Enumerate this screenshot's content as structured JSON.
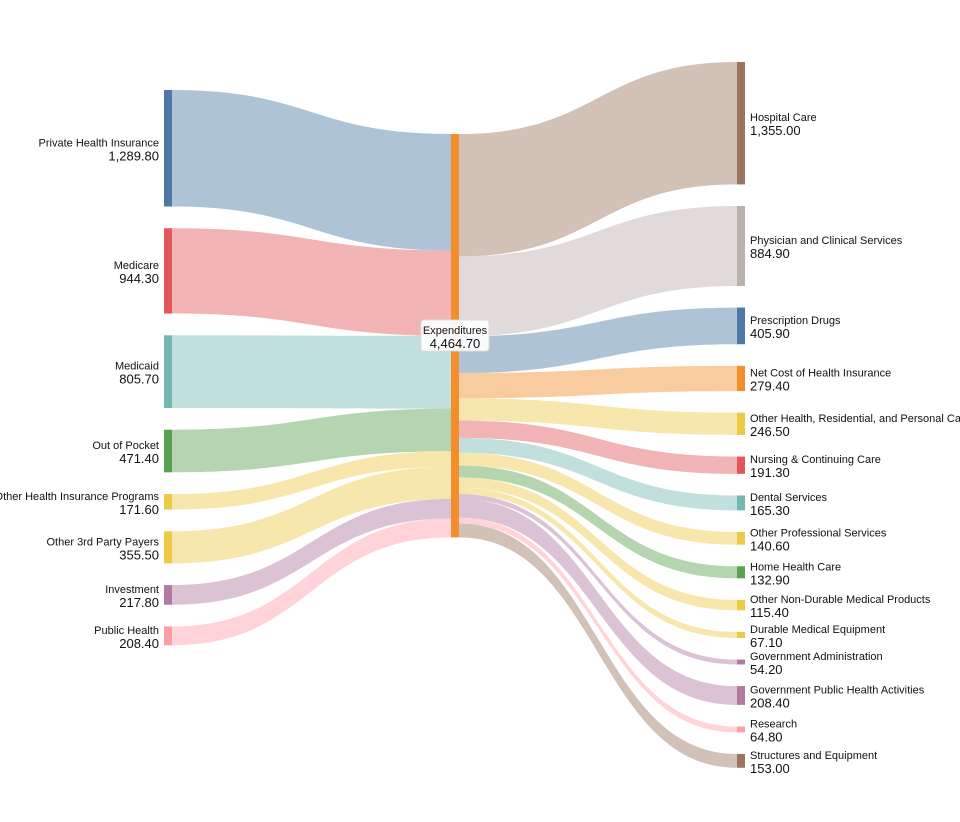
{
  "chart_data": {
    "type": "sankey",
    "center": {
      "name": "Expenditures",
      "value_label": "4,464.70",
      "value": 4464.7,
      "color": "#f28e2b"
    },
    "sources": [
      {
        "name": "Private Health Insurance",
        "value_label": "1,289.80",
        "value": 1289.8,
        "color": "#4e79a7"
      },
      {
        "name": "Medicare",
        "value_label": "944.30",
        "value": 944.3,
        "color": "#e15759"
      },
      {
        "name": "Medicaid",
        "value_label": "805.70",
        "value": 805.7,
        "color": "#76b7b2"
      },
      {
        "name": "Out of Pocket",
        "value_label": "471.40",
        "value": 471.4,
        "color": "#59a14f"
      },
      {
        "name": "Other Health Insurance Programs",
        "value_label": "171.60",
        "value": 171.6,
        "color": "#edc948"
      },
      {
        "name": "Other 3rd Party Payers",
        "value_label": "355.50",
        "value": 355.5,
        "color": "#edc948"
      },
      {
        "name": "Investment",
        "value_label": "217.80",
        "value": 217.8,
        "color": "#b07aa1"
      },
      {
        "name": "Public Health",
        "value_label": "208.40",
        "value": 208.4,
        "color": "#ff9da7"
      }
    ],
    "targets": [
      {
        "name": "Hospital Care",
        "value_label": "1,355.00",
        "value": 1355.0,
        "color": "#9c755f"
      },
      {
        "name": "Physician and Clinical Services",
        "value_label": "884.90",
        "value": 884.9,
        "color": "#bab0ac"
      },
      {
        "name": "Prescription Drugs",
        "value_label": "405.90",
        "value": 405.9,
        "color": "#4e79a7"
      },
      {
        "name": "Net Cost of Health Insurance",
        "value_label": "279.40",
        "value": 279.4,
        "color": "#f28e2b"
      },
      {
        "name": "Other Health, Residential, and Personal Care",
        "value_label": "246.50",
        "value": 246.5,
        "color": "#edc948"
      },
      {
        "name": "Nursing & Continuing Care",
        "value_label": "191.30",
        "value": 191.3,
        "color": "#e15759"
      },
      {
        "name": "Dental Services",
        "value_label": "165.30",
        "value": 165.3,
        "color": "#76b7b2"
      },
      {
        "name": "Other Professional Services",
        "value_label": "140.60",
        "value": 140.6,
        "color": "#edc948"
      },
      {
        "name": "Home Health Care",
        "value_label": "132.90",
        "value": 132.9,
        "color": "#59a14f"
      },
      {
        "name": "Other Non-Durable Medical Products",
        "value_label": "115.40",
        "value": 115.4,
        "color": "#edc948"
      },
      {
        "name": "Durable Medical Equipment",
        "value_label": "67.10",
        "value": 67.1,
        "color": "#edc948"
      },
      {
        "name": "Government Administration",
        "value_label": "54.20",
        "value": 54.2,
        "color": "#b07aa1"
      },
      {
        "name": "Government Public Health Activities",
        "value_label": "208.40",
        "value": 208.4,
        "color": "#b07aa1"
      },
      {
        "name": "Research",
        "value_label": "64.80",
        "value": 64.8,
        "color": "#ff9da7"
      },
      {
        "name": "Structures and Equipment",
        "value_label": "153.00",
        "value": 153.0,
        "color": "#9c755f"
      }
    ]
  }
}
